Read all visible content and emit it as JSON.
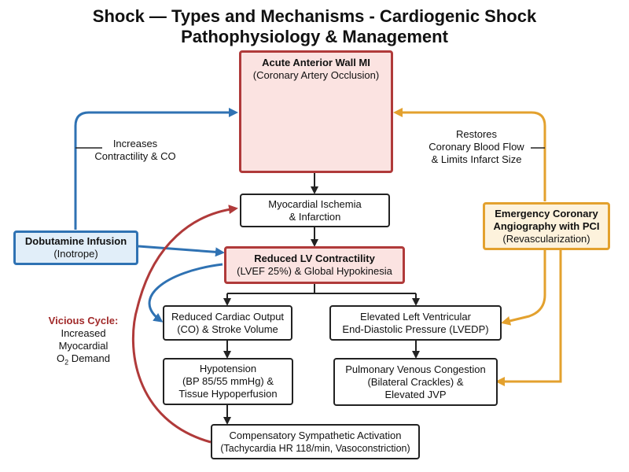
{
  "title": {
    "line1": "Shock — Types and Mechanisms - Cardiogenic Shock",
    "line2": "Pathophysiology & Management"
  },
  "nodes": {
    "mi": {
      "line1": "Acute Anterior Wall MI",
      "line2": "(Coronary Artery Occlusion)"
    },
    "ischemia": {
      "line1": "Myocardial Ischemia",
      "line2": "& Infarction"
    },
    "lv": {
      "line1": "Reduced LV Contractility",
      "line2": "(LVEF 25%) & Global Hypokinesia"
    },
    "co": {
      "line1": "Reduced Cardiac Output",
      "line2": "(CO) & Stroke Volume"
    },
    "lvedp": {
      "line1": "Elevated Left Ventricular",
      "line2": "End-Diastolic Pressure (LVEDP)"
    },
    "hypotension": {
      "line1": "Hypotension",
      "line2": "(BP 85/55 mmHg) &",
      "line3": "Tissue Hypoperfusion"
    },
    "congestion": {
      "line1": "Pulmonary Venous Congestion",
      "line2": "(Bilateral Crackles) &",
      "line3": "Elevated JVP"
    },
    "sympathetic": {
      "line1": "Compensatory Sympathetic Activation",
      "line2": "(Tachycardia HR 118/min, Vasoconstriction)"
    },
    "dobutamine": {
      "line1": "Dobutamine Infusion",
      "line2": "(Inotrope)"
    },
    "pci": {
      "line1": "Emergency Coronary",
      "line2": "Angiography with PCI",
      "line3": "(Revascularization)"
    }
  },
  "labels": {
    "dobutamine_effect": {
      "line1": "Increases",
      "line2": "Contractility & CO"
    },
    "pci_effect": {
      "line1": "Restores",
      "line2": "Coronary Blood Flow",
      "line3": "& Limits Infarct Size"
    },
    "vicious_cycle": {
      "line1": "Vicious Cycle:",
      "line2": "Increased",
      "line3": "Myocardial",
      "line4_prefix": "O",
      "line4_sub": "2",
      "line4_suffix": " Demand"
    }
  },
  "colors": {
    "red": "#b03a3a",
    "blue": "#2f72b3",
    "orange": "#e3a12e",
    "black": "#222222",
    "vicious_text": "#a12a2a"
  },
  "icons": {
    "heart": "heart-anatomy-icon"
  }
}
